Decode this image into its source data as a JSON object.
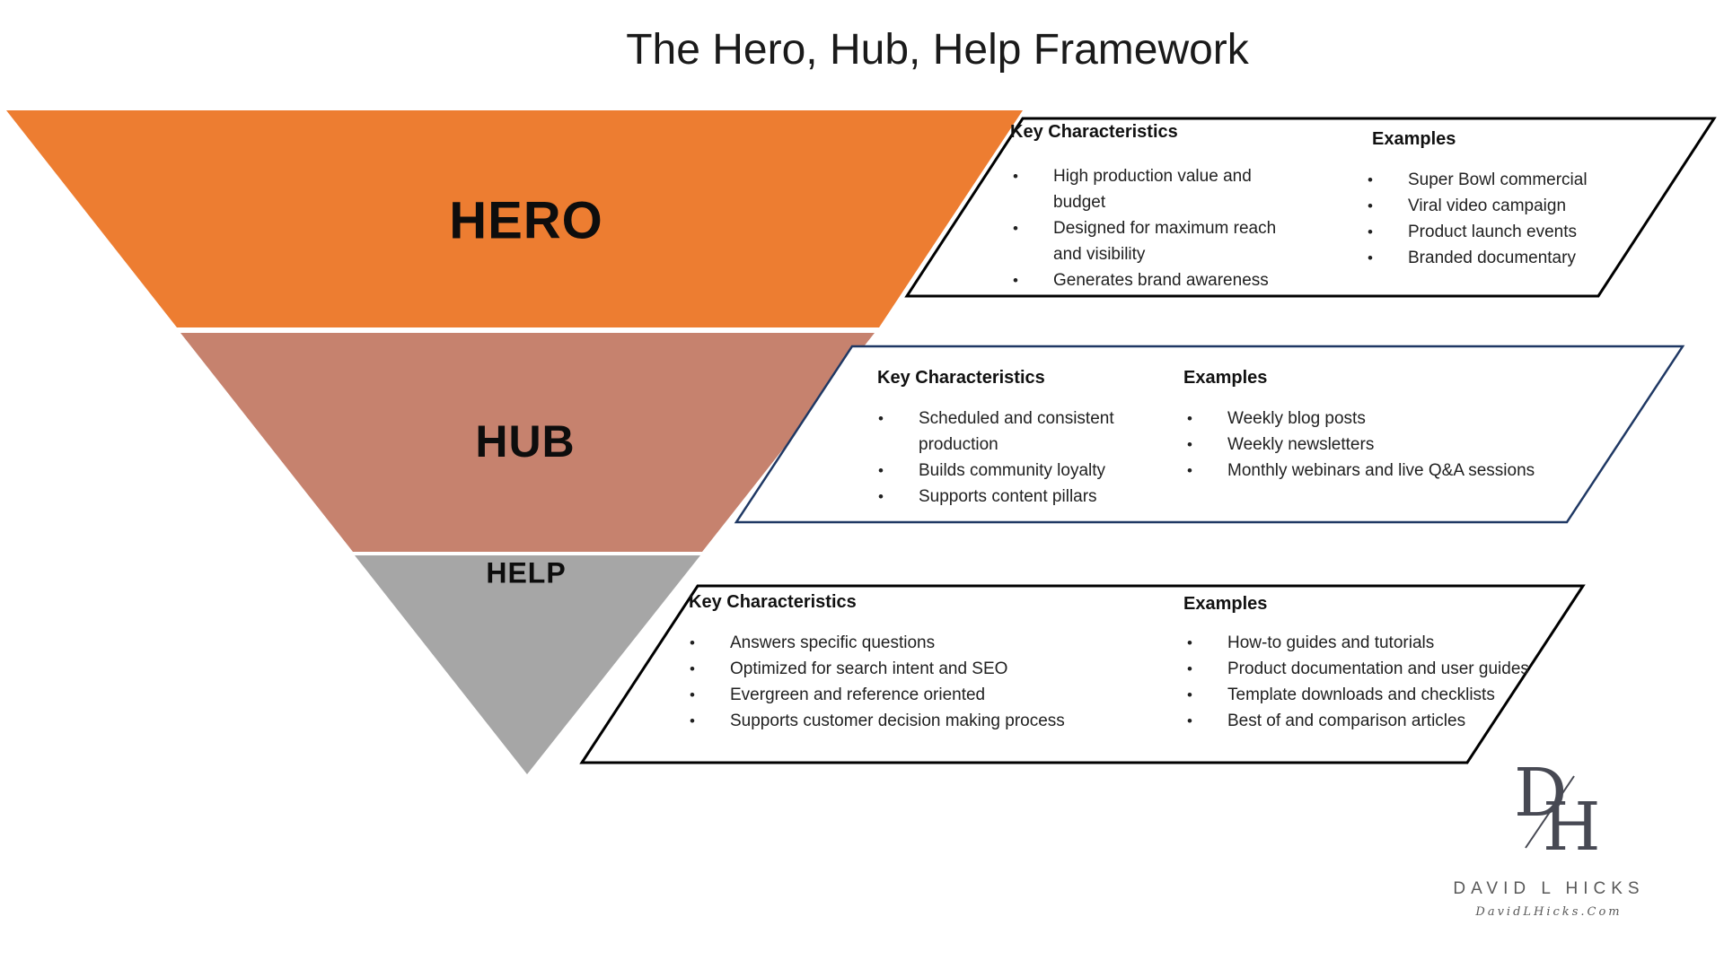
{
  "title": "The Hero, Hub, Help Framework",
  "glyphs": {
    "bullet": "•"
  },
  "colors": {
    "hero": "#ED7D31",
    "hub": "#C6826E",
    "help": "#A6A6A6",
    "panel_border_black": "#000000",
    "panel_border_navy": "#1F3864",
    "body_text": "#212121",
    "brand_gray": "#595959"
  },
  "funnel": {
    "tiers": [
      {
        "label": "HERO",
        "color": "#ED7D31"
      },
      {
        "label": "HUB",
        "color": "#C6826E"
      },
      {
        "label": "HELP",
        "color": "#A6A6A6"
      }
    ]
  },
  "panels": [
    {
      "tier": "hero",
      "key_characteristics": {
        "heading": "Key Characteristics",
        "items": [
          "High production value and budget",
          "Designed for maximum reach and visibility",
          "Generates brand awareness"
        ]
      },
      "examples": {
        "heading": "Examples",
        "items": [
          "Super Bowl commercial",
          "Viral video campaign",
          "Product launch events",
          "Branded documentary"
        ]
      }
    },
    {
      "tier": "hub",
      "key_characteristics": {
        "heading": "Key Characteristics",
        "items": [
          "Scheduled and consistent production",
          "Builds community loyalty",
          "Supports content pillars"
        ]
      },
      "examples": {
        "heading": "Examples",
        "items": [
          "Weekly blog posts",
          "Weekly newsletters",
          "Monthly webinars and live Q&A sessions"
        ]
      }
    },
    {
      "tier": "help",
      "key_characteristics": {
        "heading": "Key Characteristics",
        "items": [
          "Answers specific questions",
          "Optimized for search intent and SEO",
          "Evergreen and reference oriented",
          "Supports customer decision making process"
        ]
      },
      "examples": {
        "heading": "Examples",
        "items": [
          "How-to guides and tutorials",
          "Product documentation and user guides",
          "Template downloads and checklists",
          "Best of and comparison articles"
        ]
      }
    }
  ],
  "branding": {
    "monogram_d": "D",
    "monogram_h": "H",
    "name": "DAVID L HICKS",
    "website": "DavidLHicks.Com"
  }
}
